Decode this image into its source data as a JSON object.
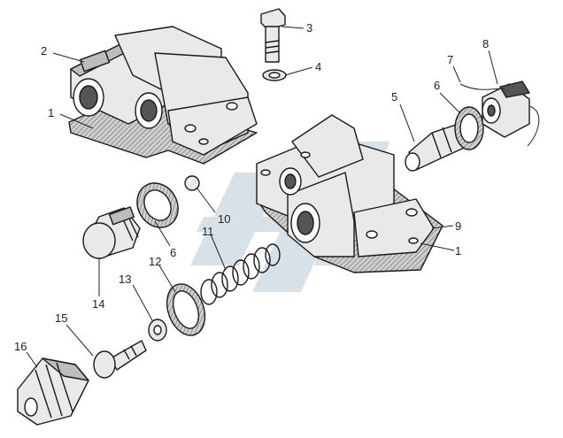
{
  "callouts": [
    {
      "id": "c1a",
      "label": "1"
    },
    {
      "id": "c1b",
      "label": "1"
    },
    {
      "id": "c2",
      "label": "2"
    },
    {
      "id": "c3",
      "label": "3"
    },
    {
      "id": "c4",
      "label": "4"
    },
    {
      "id": "c5",
      "label": "5"
    },
    {
      "id": "c6a",
      "label": "6"
    },
    {
      "id": "c6b",
      "label": "6"
    },
    {
      "id": "c7",
      "label": "7"
    },
    {
      "id": "c8",
      "label": "8"
    },
    {
      "id": "c9",
      "label": "9"
    },
    {
      "id": "c10",
      "label": "10"
    },
    {
      "id": "c11",
      "label": "11"
    },
    {
      "id": "c12",
      "label": "12"
    },
    {
      "id": "c13",
      "label": "13"
    },
    {
      "id": "c14",
      "label": "14"
    },
    {
      "id": "c15",
      "label": "15"
    },
    {
      "id": "c16",
      "label": "16"
    }
  ],
  "colors": {
    "line": "#1a1a1a",
    "watermark": "#b9c9d6",
    "background": "#ffffff"
  },
  "watermark_icon": "parts-catalog-logo-icon"
}
